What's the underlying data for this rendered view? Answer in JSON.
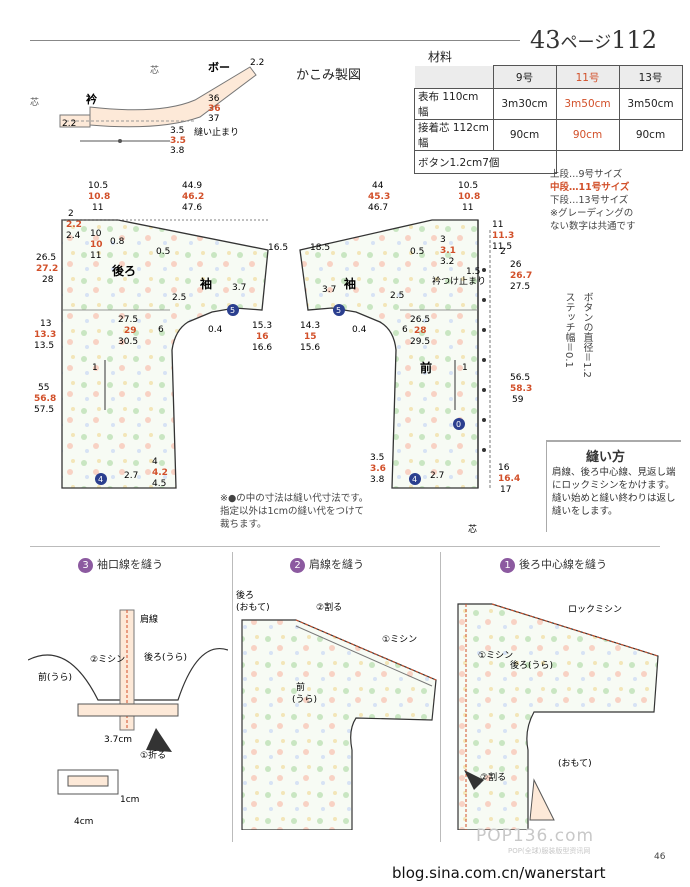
{
  "header": {
    "page_label": "43ページ112",
    "page_prefix": "43",
    "page_kana": "ページ",
    "page_number": "112"
  },
  "collar": {
    "title": "かこみ製図",
    "label_collar": "衿",
    "label_bow": "ボー",
    "label_shin": "芯",
    "dims": [
      "2.2",
      "36",
      "36",
      "37",
      "3.5",
      "3.5",
      "3.8",
      "2.2"
    ],
    "stop_label": "縫い止まり"
  },
  "materials": {
    "title": "材料",
    "columns": [
      "",
      "9号",
      "11号",
      "13号"
    ],
    "rows": [
      {
        "label": "表布 110cm 幅",
        "values": [
          "3m30cm",
          "3m50cm",
          "3m50cm"
        ]
      },
      {
        "label": "接着芯 112cm 幅",
        "values": [
          "90cm",
          "90cm",
          "90cm"
        ]
      }
    ],
    "buttons": "ボタン1.2cm7個",
    "highlight_color": "#d2502a"
  },
  "legend": {
    "line1": "上段…9号サイズ",
    "line2": "中段…11号サイズ",
    "line3": "下段…13号サイズ",
    "line4": "※グレーディングの",
    "line5": "ない数字は共通です"
  },
  "button_spec": {
    "line1": "ボタンの直径＝1.2",
    "line2": "ステッチ幅＝0.1"
  },
  "back_piece": {
    "label_back": "後ろ",
    "label_sleeve": "袖",
    "top_width": [
      "44.9",
      "46.2",
      "47.6"
    ],
    "neck": [
      "10.5",
      "10.8",
      "11"
    ],
    "side": [
      "26.5",
      "27.2",
      "28"
    ],
    "armhole": [
      "13",
      "13.3",
      "13.5"
    ],
    "length": [
      "55",
      "56.8",
      "57.5"
    ],
    "hip": [
      "27.5",
      "29",
      "30.5"
    ],
    "hem": [
      "4",
      "4.2",
      "4.5"
    ],
    "cuff": [
      "15.3",
      "16",
      "16.6"
    ],
    "misc": [
      "2",
      "2.2",
      "2.4",
      "10",
      "10",
      "11",
      "0.8",
      "0.5",
      "16.5",
      "3.7",
      "2.5",
      "6",
      "0.4",
      "2.7",
      "1"
    ]
  },
  "front_piece": {
    "label_front": "前",
    "label_sleeve": "袖",
    "label_attach": "衿つけ止まり",
    "top_width": [
      "44",
      "45.3",
      "46.7"
    ],
    "neck": [
      "10.5",
      "10.8",
      "11"
    ],
    "shoulder": [
      "11",
      "11.3",
      "11.5"
    ],
    "side": [
      "26",
      "26.7",
      "27.5"
    ],
    "armhole": [
      "14.3",
      "15",
      "15.6"
    ],
    "length": [
      "56.5",
      "58.3",
      "59"
    ],
    "hip": [
      "26.5",
      "28",
      "29.5"
    ],
    "hem": [
      "3.5",
      "3.6",
      "3.8"
    ],
    "placket": [
      "16",
      "16.4",
      "17"
    ],
    "misc": [
      "18.5",
      "3",
      "3.1",
      "3.2",
      "0.5",
      "3.7",
      "2.5",
      "1.5",
      "2",
      "6",
      "0.4",
      "1",
      "2.7"
    ]
  },
  "seam_note": {
    "line1": "※●の中の寸法は縫い代寸法です。",
    "line2": "指定以外は1cmの縫い代をつけて",
    "line3": "裁ちます。"
  },
  "sewing": {
    "title": "縫い方",
    "text": "肩線、後ろ中心線、見返し端にロックミシンをかけます。縫い始めと縫い終わりは返し縫いをします。"
  },
  "steps": [
    {
      "num": "3",
      "title": "袖口線を縫う"
    },
    {
      "num": "2",
      "title": "肩線を縫う"
    },
    {
      "num": "1",
      "title": "後ろ中心線を縫う"
    }
  ],
  "step3": {
    "shoulder": "肩線",
    "machine": "②ミシン",
    "back": "後ろ(うら)",
    "front": "前(うら)",
    "dim": "3.7cm",
    "fold": "①折る",
    "cm1": "1cm",
    "cm4": "4cm"
  },
  "step2": {
    "back": "後ろ",
    "back_sub": "(おもて)",
    "press": "②割る",
    "machine": "①ミシン",
    "front": "前",
    "front_sub": "(うら)"
  },
  "step1": {
    "lock": "ロックミシン",
    "machine": "①ミシン",
    "back": "後ろ(うら)",
    "press": "②割る",
    "omote": "(おもて)"
  },
  "footer": {
    "watermark": "POP136.com",
    "watermark_sub": "POP(全球)服装版型资讯网",
    "page": "46",
    "blog": "blog.sina.com.cn/wanerstart"
  }
}
